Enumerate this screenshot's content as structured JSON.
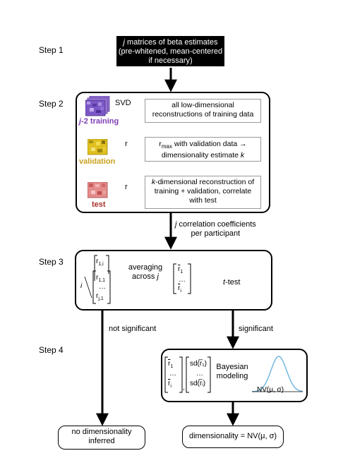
{
  "steps": [
    "Step 1",
    "Step 2",
    "Step 3",
    "Step 4"
  ],
  "step1": {
    "line1_italic": "j",
    "line1_rest": " matrices of beta estimates",
    "line2": "(pre-whitened, mean-centered",
    "line3": "if necessary)"
  },
  "step2": {
    "svd": "SVD",
    "training_label_italic": "j",
    "training_label_rest": "-2 training",
    "validation_label": "validation",
    "test_label": "test",
    "r1": "r",
    "r2": "r",
    "box1_line1": "all low-dimensional",
    "box1_line2": "reconstructions of training data",
    "box2_r": "r",
    "box2_sub": "max",
    "box2_line1_rest": " with validation data →",
    "box2_line2_pre": "dimensionality estimate ",
    "box2_line2_k": "k",
    "box3_k": "k",
    "box3_line1_rest": "-dimensional reconstruction of",
    "box3_line2": "training + validation, correlate",
    "box3_line3": "with test",
    "colors": {
      "purple": "#7e3fb5",
      "yellow": "#c9a21b",
      "red": "#a8312e"
    }
  },
  "between23": {
    "j": "j",
    "line1_rest": " correlation coefficients",
    "line2": "per participant"
  },
  "step3": {
    "i": "i",
    "r1i": "r",
    "r1i_sub": "1,i",
    "r11": "r",
    "r11_sub": "1,1",
    "dots": "…",
    "rj1": "r",
    "rj1_sub": "j,1",
    "averaging_line1": "averaging",
    "averaging_line2_pre": "across ",
    "averaging_line2_j": "j",
    "rbar1": "r",
    "rbar1_sub": "1",
    "rbar_dots": "…",
    "rbari": "r",
    "rbari_sub": "i",
    "ttest_t": "t",
    "ttest_rest": "-test"
  },
  "branch": {
    "not_significant": "not significant",
    "significant": "significant"
  },
  "step4": {
    "rbar1": "r",
    "rbar1_sub": "1",
    "dots": "…",
    "rbari": "r",
    "rbari_sub": "i",
    "comma": ",",
    "sd1": "sd(r̅₁)",
    "sd_dots": "…",
    "sdi": "sd(r̅ᵢ)",
    "bayes_line1": "Bayesian",
    "bayes_line2": "modeling",
    "nv_label": "NV(μ,  σ)",
    "curve_color": "#6ab4e0"
  },
  "outcomes": {
    "no_dim_line1": "no dimensionality",
    "no_dim_line2": "inferred",
    "dimensionality": "dimensionality = NV(μ, σ)"
  }
}
